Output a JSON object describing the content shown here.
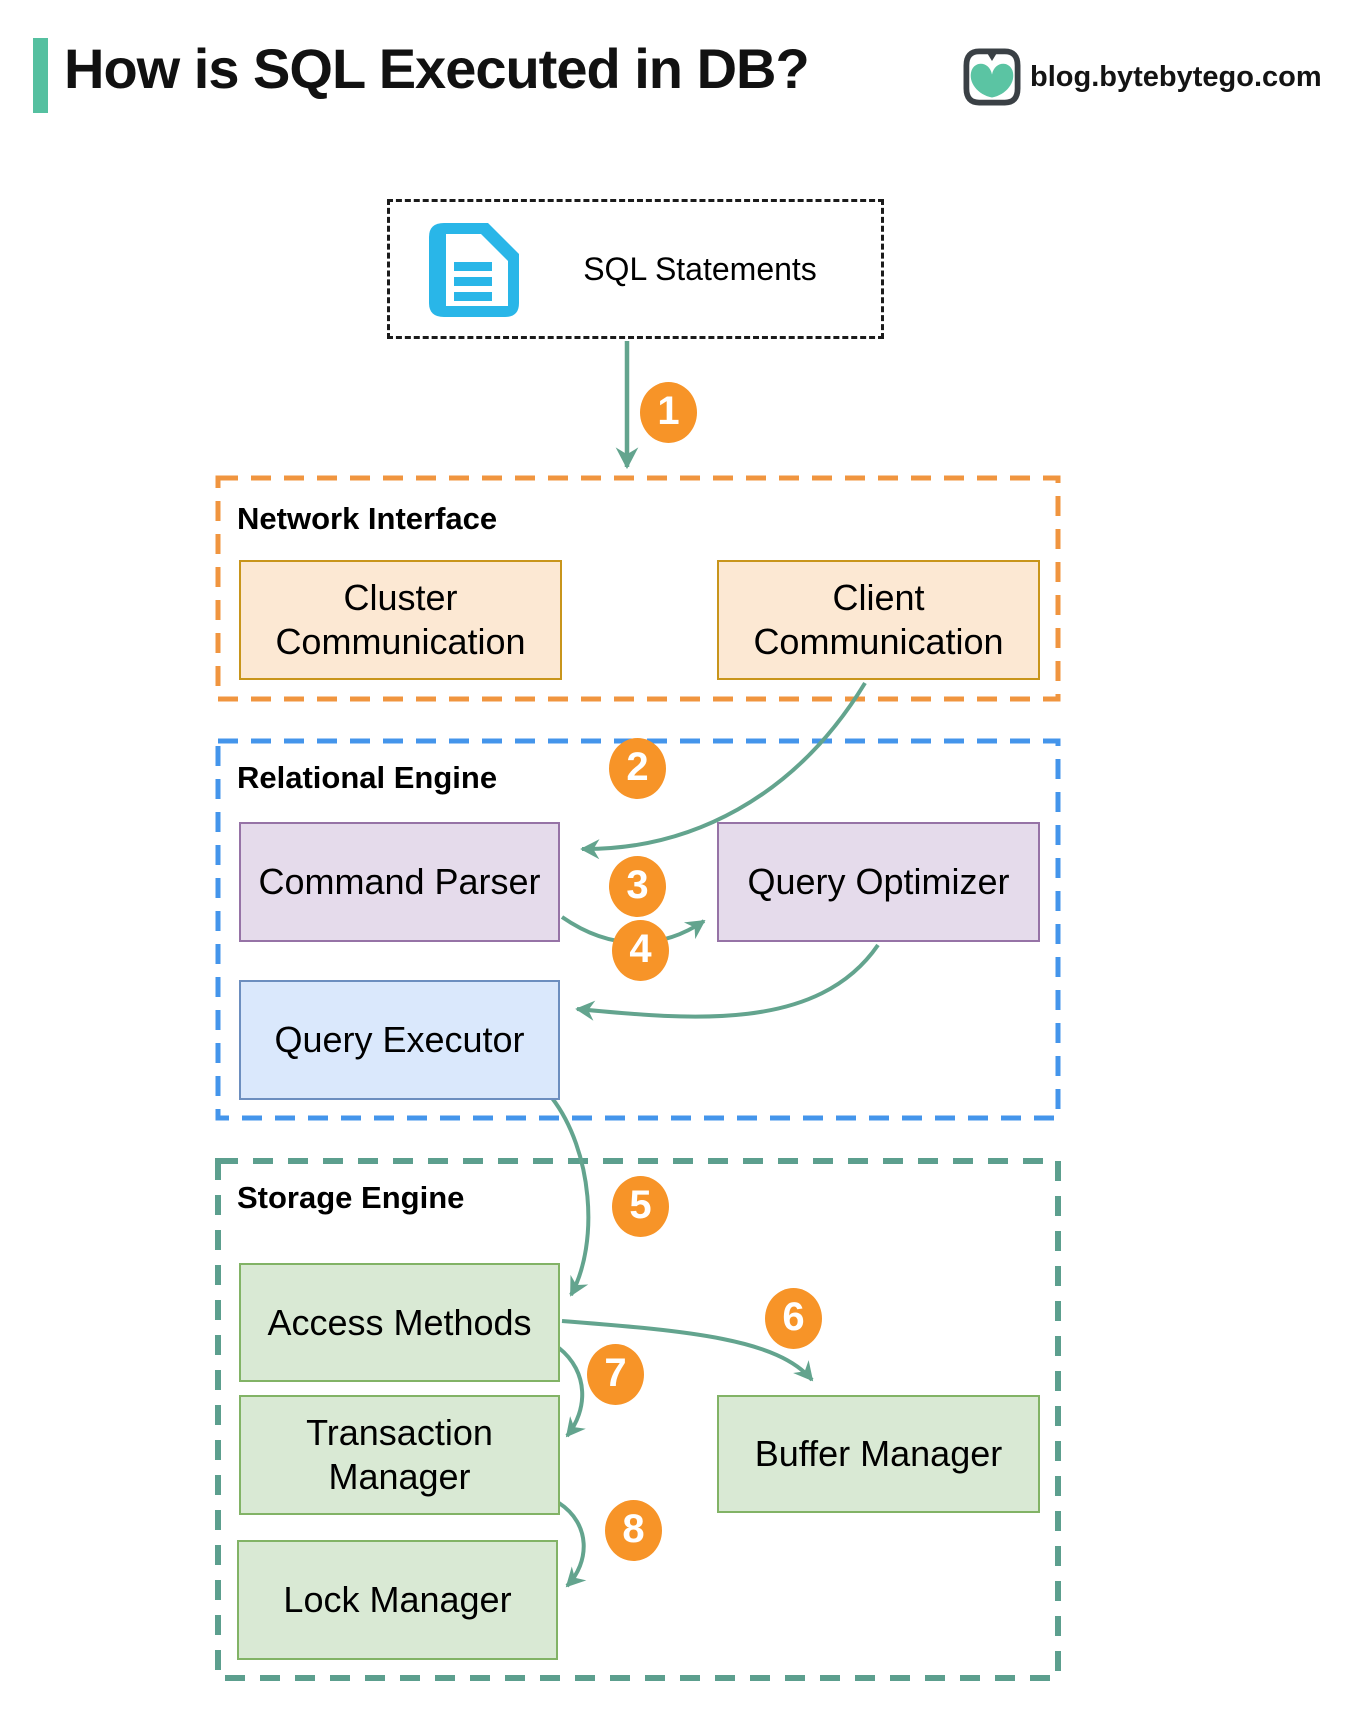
{
  "header": {
    "title": "How is SQL Executed in DB?",
    "brand": "blog.bytebytego.com"
  },
  "icons": {
    "source": "document-icon",
    "brand": "bytebytego-logo-icon"
  },
  "diagram": {
    "source": {
      "label": "SQL Statements"
    },
    "steps": [
      "1",
      "2",
      "3",
      "4",
      "5",
      "6",
      "7",
      "8"
    ],
    "sections": [
      {
        "id": "network-interface",
        "label": "Network Interface",
        "border_color": "#F0953F",
        "boxes": [
          {
            "label": "Cluster Communication"
          },
          {
            "label": "Client Communication"
          }
        ]
      },
      {
        "id": "relational-engine",
        "label": "Relational Engine",
        "border_color": "#4495EB",
        "boxes": [
          {
            "label": "Command Parser"
          },
          {
            "label": "Query Optimizer"
          },
          {
            "label": "Query Executor"
          }
        ]
      },
      {
        "id": "storage-engine",
        "label": "Storage Engine",
        "border_color": "#5C9F8E",
        "boxes": [
          {
            "label": "Access Methods"
          },
          {
            "label": "Transaction Manager"
          },
          {
            "label": "Buffer Manager"
          },
          {
            "label": "Lock Manager"
          }
        ]
      }
    ],
    "connections": [
      {
        "step": "1",
        "from": "SQL Statements",
        "to": "Network Interface"
      },
      {
        "step": "2",
        "from": "Client Communication",
        "to": "Command Parser"
      },
      {
        "step": "3",
        "from": "Command Parser",
        "to": "Query Optimizer"
      },
      {
        "step": "4",
        "from": "Query Optimizer",
        "to": "Query Executor"
      },
      {
        "step": "5",
        "from": "Query Executor",
        "to": "Access Methods"
      },
      {
        "step": "6",
        "from": "Access Methods",
        "to": "Buffer Manager"
      },
      {
        "step": "7",
        "from": "Access Methods",
        "to": "Transaction Manager"
      },
      {
        "step": "8",
        "from": "Transaction Manager",
        "to": "Lock Manager"
      }
    ],
    "colors": {
      "accent_bar": "#55C0A0",
      "arrow": "#63A48E",
      "badge": "#F79428",
      "badge_text": "#FFFFFF",
      "source_border": "#1B1B1B",
      "doc_icon": "#29B6E8",
      "network_border": "#F0953F",
      "network_box_fill": "#FCE8D3",
      "network_box_border": "#C8951B",
      "relational_border": "#4495EB",
      "purple_fill": "#E5DBEB",
      "purple_border": "#9673A6",
      "blue_fill": "#DAE8FC",
      "blue_border": "#6C8EBF",
      "storage_border": "#5C9F8E",
      "green_fill": "#D9E9D4",
      "green_border": "#82B366"
    }
  }
}
